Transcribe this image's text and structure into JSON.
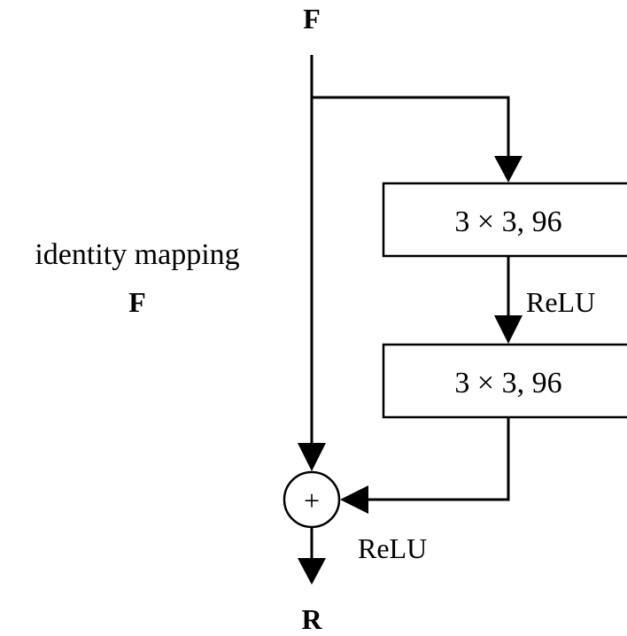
{
  "input_label": "F",
  "output_label": "R",
  "shortcut": {
    "label": "identity mapping",
    "variable": "F"
  },
  "blocks": [
    {
      "label": "3 × 3, 96"
    },
    {
      "label": "3 × 3, 96"
    }
  ],
  "activations": {
    "between_blocks": "ReLU",
    "after_sum": "ReLU"
  },
  "sum_symbol": "+"
}
